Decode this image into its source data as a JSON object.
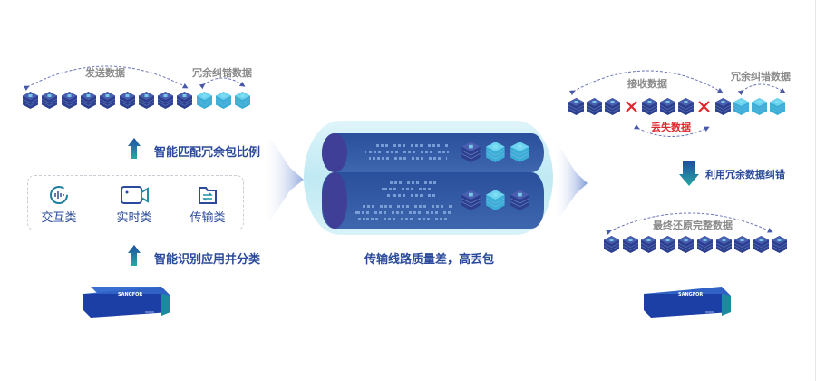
{
  "left": {
    "send_label": "发送数据",
    "redundant_label": "冗余纠错数据",
    "send_packets": [
      "data",
      "data",
      "data",
      "data",
      "data",
      "data",
      "data",
      "data",
      "data",
      "fec",
      "fec",
      "fec"
    ],
    "step_match": "智能匹配冗余包比例",
    "categories": [
      {
        "icon": "voice-icon",
        "label": "交互类"
      },
      {
        "icon": "video-camera-icon",
        "label": "实时类"
      },
      {
        "icon": "folder-transfer-icon",
        "label": "传输类"
      }
    ],
    "step_identify": "智能识别应用并分类",
    "device_brand": "SANGFOR"
  },
  "middle": {
    "caption": "传输线路质量差，高丢包"
  },
  "right": {
    "receive_label": "接收数据",
    "redundant_label": "冗余纠错数据",
    "lost_label": "丢失数据",
    "received_packets": [
      "data",
      "data",
      "data",
      "lost",
      "data",
      "data",
      "data",
      "lost",
      "data",
      "fec",
      "fec",
      "fec"
    ],
    "step_correct": "利用冗余数据纠错",
    "restored_label": "最终还原完整数据",
    "restored_packets": [
      "data",
      "data",
      "data",
      "data",
      "data",
      "data",
      "data",
      "data",
      "data",
      "data"
    ],
    "device_brand": "SANGFOR"
  },
  "colors": {
    "dark_cube": "#2d3f8f",
    "light_cube": "#3aaed6",
    "accent": "#2b4a9b",
    "lost": "#e0262d"
  }
}
